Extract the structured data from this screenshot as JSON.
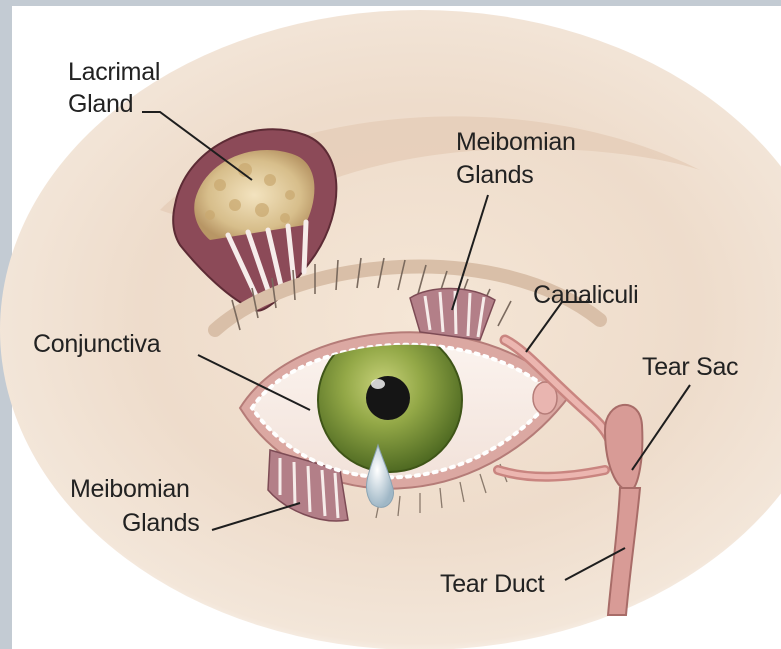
{
  "labels": {
    "lacrimal_gland": [
      "Lacrimal",
      "Gland"
    ],
    "meibomian_upper": [
      "Meibomian",
      "Glands"
    ],
    "canaliculi": "Canaliculi",
    "conjunctiva": "Conjunctiva",
    "tear_sac": "Tear Sac",
    "meibomian_lower": [
      "Meibomian",
      "Glands"
    ],
    "tear_duct": "Tear Duct"
  },
  "colors": {
    "frame": "#c3cbd3",
    "skin": "#eedccb",
    "gland_pink": "#b37f88",
    "iris": "#8da043",
    "duct": "#d89b96",
    "label_text": "#222222"
  }
}
